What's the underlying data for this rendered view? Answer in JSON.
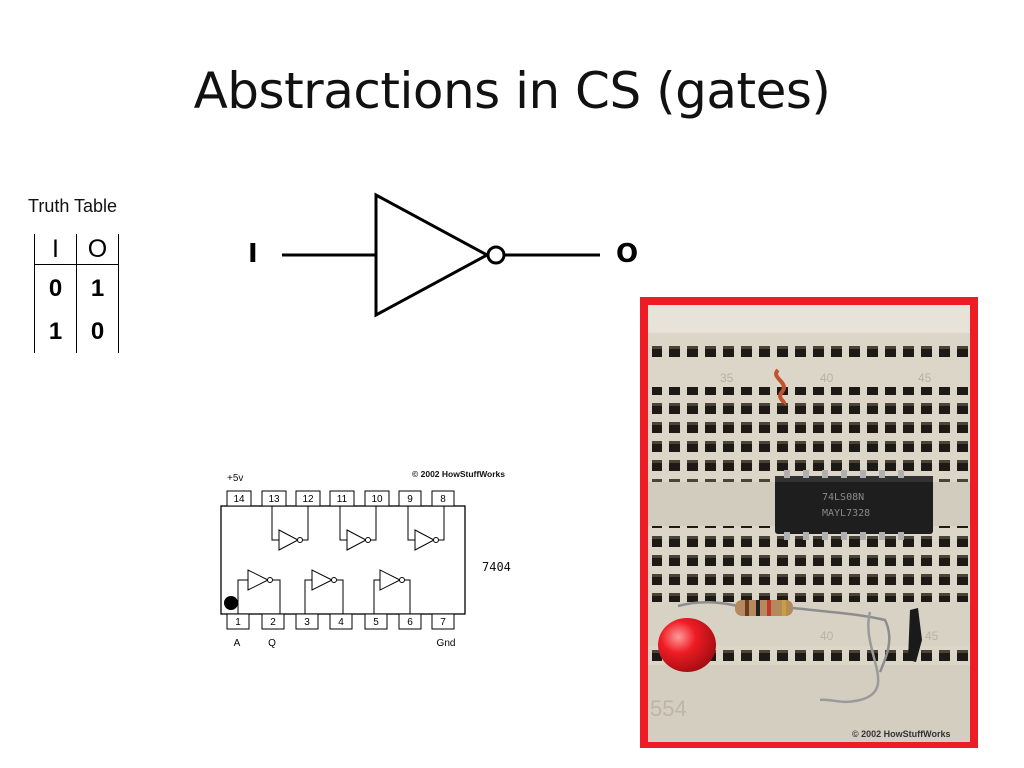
{
  "slide": {
    "title": "Abstractions in CS (gates)"
  },
  "truth_table": {
    "caption": "Truth Table",
    "headers": [
      "I",
      "O"
    ],
    "rows": [
      [
        "0",
        "1"
      ],
      [
        "1",
        "0"
      ]
    ]
  },
  "gate": {
    "input_label": "I",
    "output_label": "O"
  },
  "chip_diagram": {
    "copyright": "© 2002 HowStuffWorks",
    "power_label": "+5v",
    "part_number": "7404",
    "top_pins": [
      "14",
      "13",
      "12",
      "11",
      "10",
      "9",
      "8"
    ],
    "bottom_pins": [
      "1",
      "2",
      "3",
      "4",
      "5",
      "6",
      "7"
    ],
    "pin_labels": {
      "a": "A",
      "q": "Q",
      "gnd": "Gnd"
    }
  },
  "breadboard_photo": {
    "numbers": [
      "35",
      "40",
      "45",
      "554"
    ],
    "chip_text": [
      "74LS08N",
      "MAYL7328"
    ],
    "copyright": "© 2002 HowStuffWorks",
    "frame_color": "#ee1c24"
  }
}
